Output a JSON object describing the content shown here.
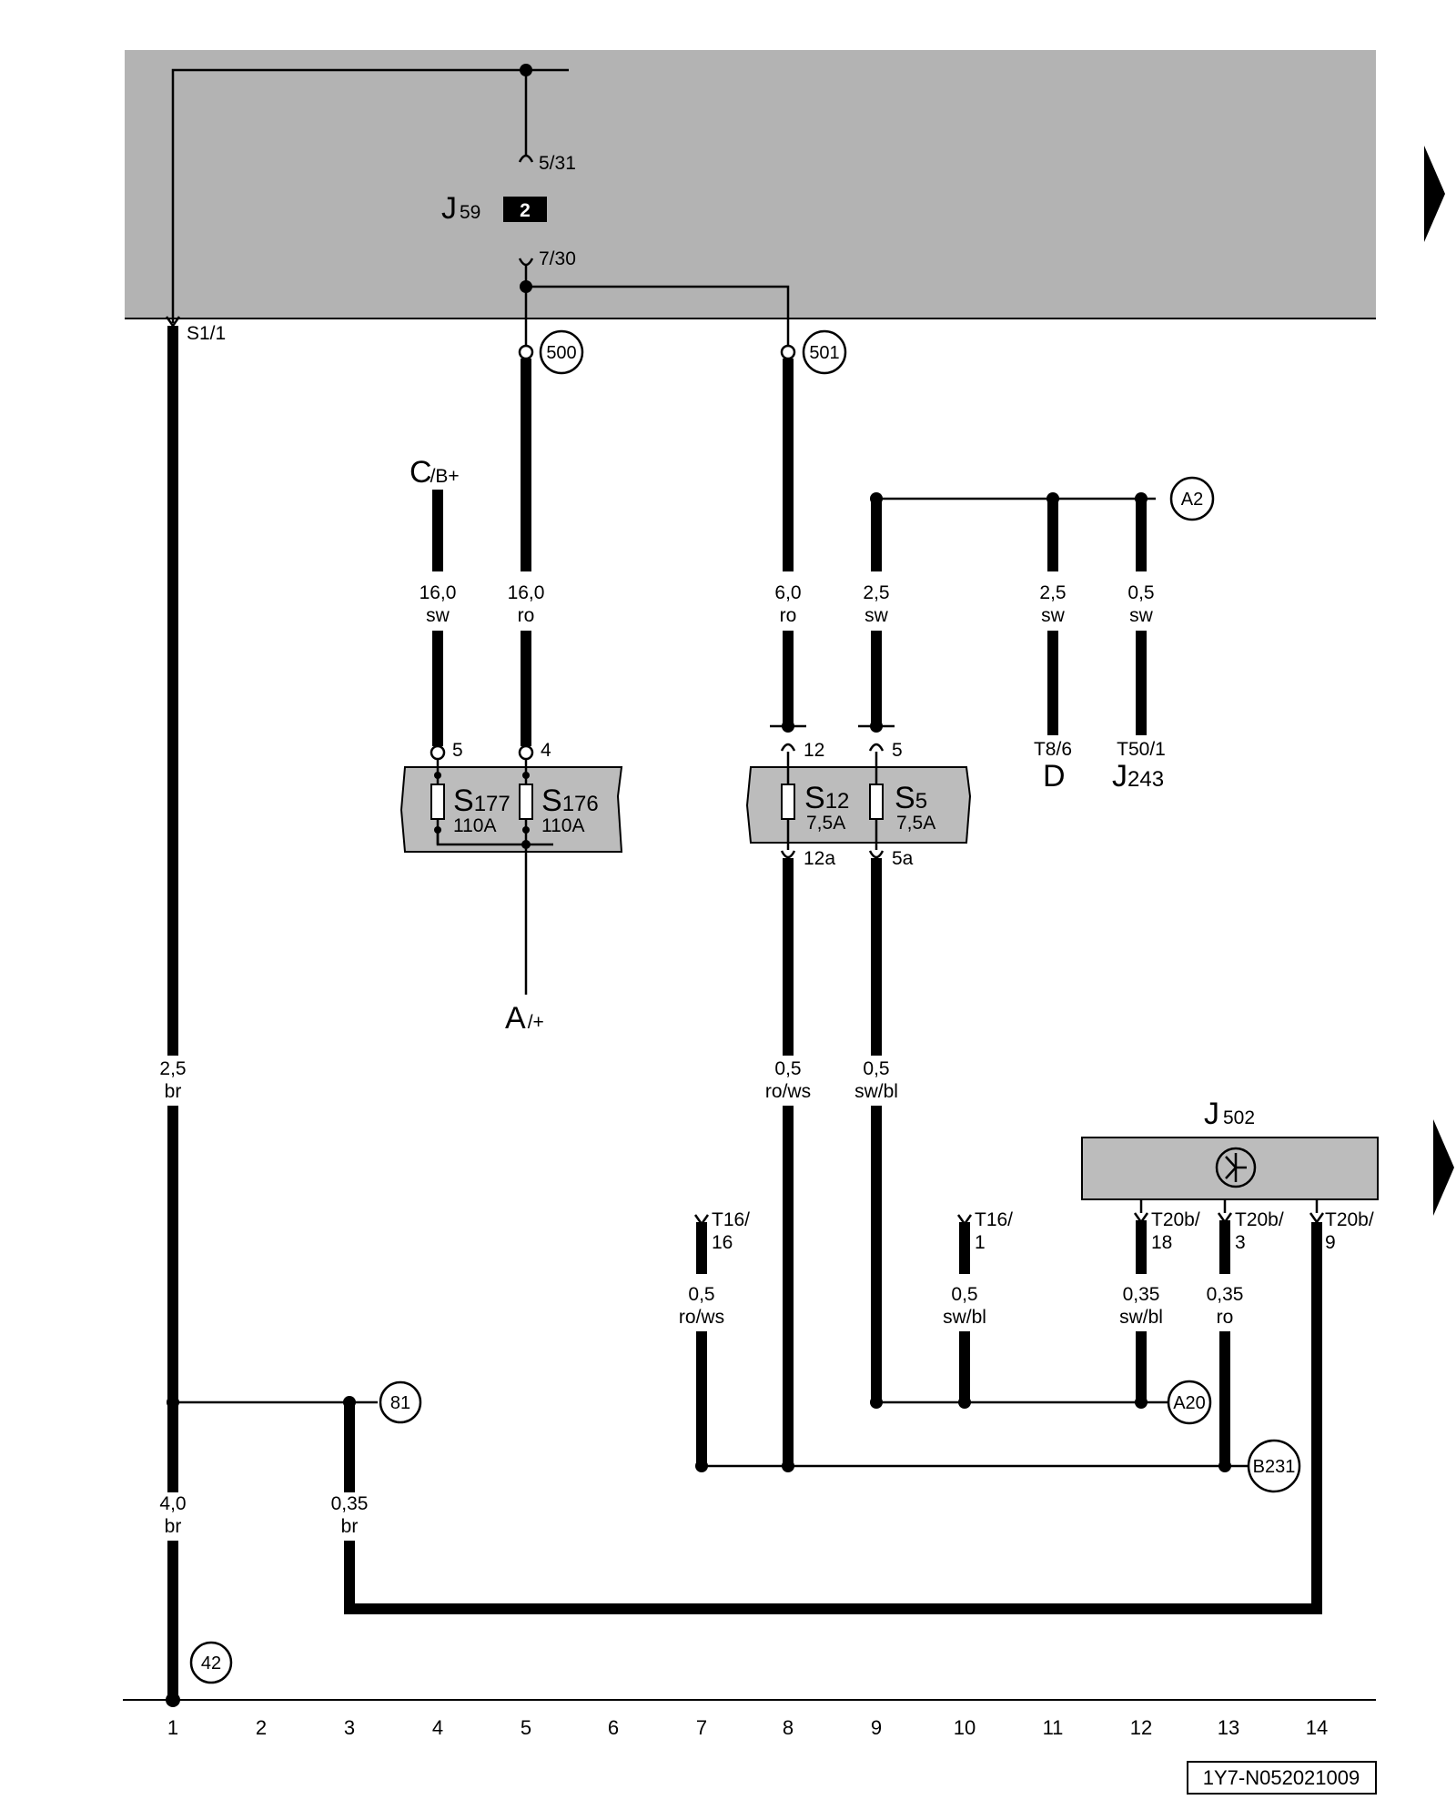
{
  "colors": {
    "relay_panel": "#b3b3b3",
    "fuse_box": "#bcbcbc",
    "wire": "#000000",
    "background": "#ffffff"
  },
  "relay": {
    "name": "J",
    "sub": "59",
    "badge": "2",
    "pin_top": "5/31",
    "pin_bottom": "7/30"
  },
  "top_connector": "S1/1",
  "refs": {
    "r500": "500",
    "r501": "501",
    "a2": "A2",
    "r81": "81",
    "a20": "A20",
    "b231": "B231",
    "r42": "42"
  },
  "sources": {
    "c": {
      "letter": "C",
      "sub": "/B+"
    },
    "a": {
      "letter": "A",
      "sub": "/+"
    }
  },
  "fuses": {
    "s177": {
      "letter": "S",
      "num": "177",
      "rating": "110A",
      "pin": "5"
    },
    "s176": {
      "letter": "S",
      "num": "176",
      "rating": "110A",
      "pin": "4"
    },
    "s12": {
      "letter": "S",
      "num": "12",
      "rating": "7,5A",
      "pin_in": "12",
      "pin_out": "12a"
    },
    "s5": {
      "letter": "S",
      "num": "5",
      "rating": "7,5A",
      "pin_in": "5",
      "pin_out": "5a"
    }
  },
  "wires": {
    "w1_upper": {
      "size": "2,5",
      "color": "br"
    },
    "w1_lower": {
      "size": "4,0",
      "color": "br"
    },
    "w3": {
      "size": "0,35",
      "color": "br"
    },
    "w4": {
      "size": "16,0",
      "color": "sw"
    },
    "w5": {
      "size": "16,0",
      "color": "ro"
    },
    "w8_upper": {
      "size": "6,0",
      "color": "ro"
    },
    "w8_lower": {
      "size": "0,5",
      "color": "ro/ws"
    },
    "w9_upper": {
      "size": "2,5",
      "color": "sw"
    },
    "w9_lower": {
      "size": "0,5",
      "color": "sw/bl"
    },
    "w11": {
      "size": "2,5",
      "color": "sw"
    },
    "w12_upper": {
      "size": "0,5",
      "color": "sw"
    },
    "w7": {
      "size": "0,5",
      "color": "ro/ws"
    },
    "w10": {
      "size": "0,5",
      "color": "sw/bl"
    },
    "w12_lower": {
      "size": "0,35",
      "color": "sw/bl"
    },
    "w13": {
      "size": "0,35",
      "color": "ro"
    }
  },
  "components": {
    "d": {
      "pin": "T8/6",
      "name": "D"
    },
    "j243": {
      "pin": "T50/1",
      "name": "J",
      "sub": "243"
    },
    "j502": {
      "name": "J",
      "sub": "502"
    }
  },
  "connectors": {
    "t16_16": {
      "l1": "T16/",
      "l2": "16"
    },
    "t16_1": {
      "l1": "T16/",
      "l2": "1"
    },
    "t20b_18": {
      "l1": "T20b/",
      "l2": "18"
    },
    "t20b_3": {
      "l1": "T20b/",
      "l2": "3"
    },
    "t20b_9": {
      "l1": "T20b/",
      "l2": "9"
    }
  },
  "track_numbers": [
    "1",
    "2",
    "3",
    "4",
    "5",
    "6",
    "7",
    "8",
    "9",
    "10",
    "11",
    "12",
    "13",
    "14"
  ],
  "diagram_code": "1Y7-N052021009"
}
